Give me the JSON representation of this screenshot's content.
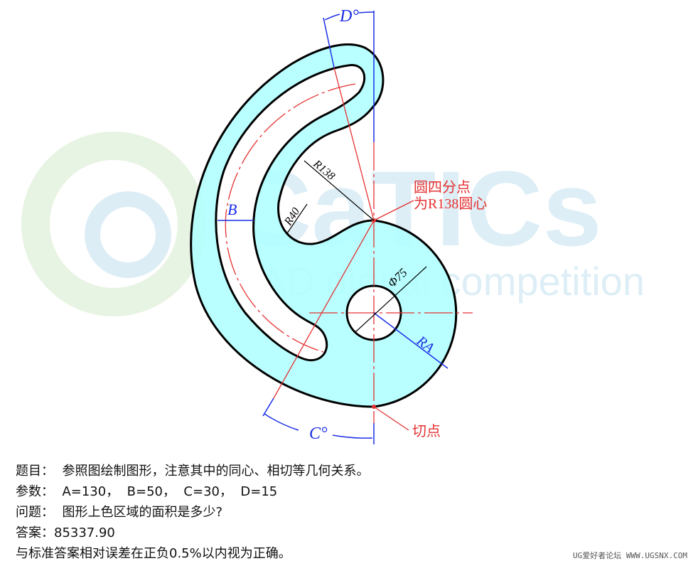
{
  "watermark": {
    "logo": "CaTICs",
    "subtitle": "CAD digital competition"
  },
  "drawing": {
    "dims": {
      "d_angle": "D°",
      "c_angle": "C°",
      "b": "B",
      "r138": "R138",
      "r40": "R40",
      "phi75": "Φ75",
      "ra": "RA"
    },
    "notes": {
      "quadrant_line1": "圆四分点",
      "quadrant_line2": "为R138圆心",
      "tangent": "切点"
    },
    "colors": {
      "fill": "#aeffff",
      "outline": "#000000",
      "centerline": "#e53030",
      "dimension": "#1a2ee6"
    }
  },
  "question": {
    "title": "题目：  参照图绘制图形，注意其中的同心、相切等几何关系。",
    "params": "参数：  A=130，  B=50，  C=30，  D=15",
    "ask": "问题：  图形上色区域的面积是多少?",
    "answer": "答案：85337.90",
    "tolerance": "与标准答案相对误差在正负0.5%以内视为正确。"
  },
  "footer": {
    "site": "UG爱好者论坛 WWW.UGSNX.COM"
  }
}
